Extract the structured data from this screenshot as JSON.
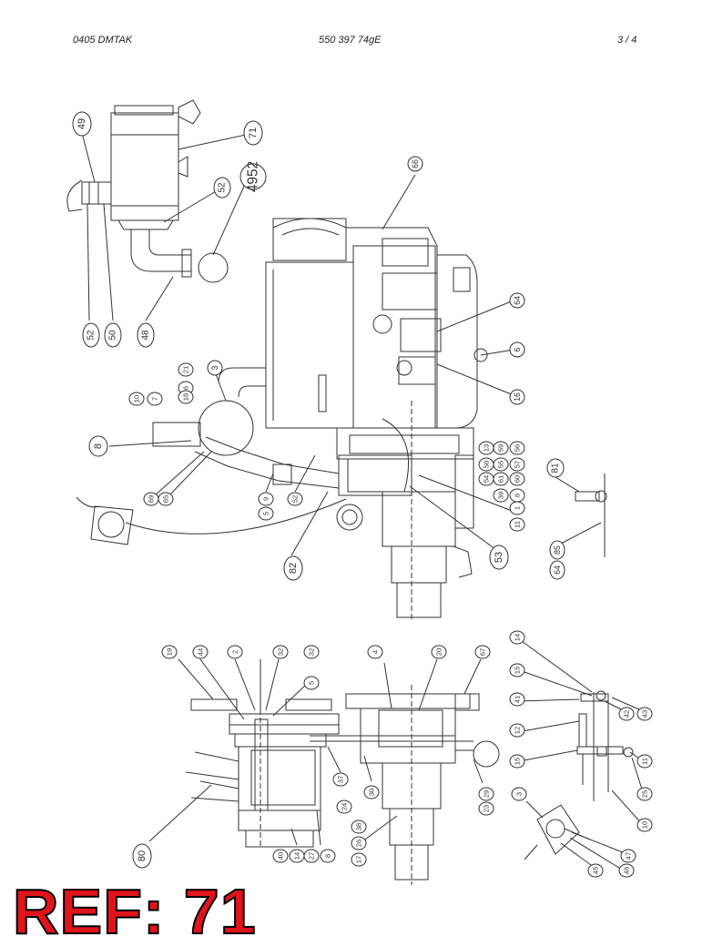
{
  "header": {
    "left": "0405   DMTAK",
    "center": "550 397 74gE",
    "right": "3 /   4"
  },
  "ref_label": "REF: 71",
  "callouts": {
    "top_left": [
      "49",
      "71",
      "52",
      "4952",
      "52",
      "50",
      "48"
    ],
    "main": [
      "66",
      "64",
      "6",
      "16",
      "3",
      "21",
      "6",
      "18",
      "10",
      "7",
      "8",
      "69",
      "65",
      "9",
      "5",
      "52",
      "13",
      "59",
      "56",
      "58",
      "55",
      "57",
      "54",
      "61",
      "60",
      "39",
      "8",
      "1",
      "11",
      "53",
      "82"
    ],
    "right_small": [
      "81",
      "85",
      "64"
    ],
    "bottom_left": [
      "19",
      "44",
      "2",
      "32",
      "32",
      "5",
      "37",
      "24",
      "30",
      "40",
      "14",
      "27",
      "8",
      "80",
      "4",
      "20",
      "67",
      "38",
      "26",
      "17",
      "29",
      "23"
    ],
    "bottom_right": [
      "14",
      "15",
      "41",
      "42",
      "43",
      "12",
      "15",
      "11",
      "25",
      "10",
      "3",
      "45",
      "46",
      "47"
    ]
  }
}
